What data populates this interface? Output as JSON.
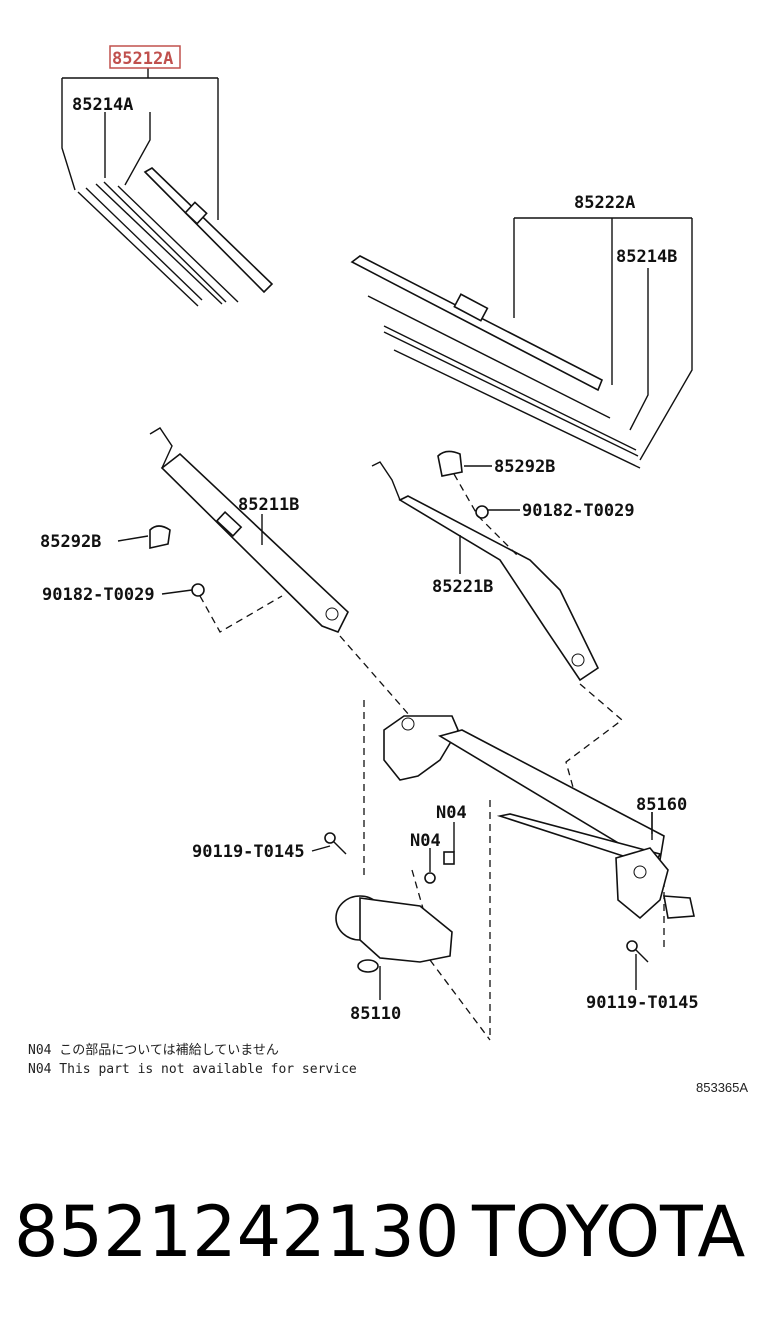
{
  "diagram": {
    "labels": {
      "p85212a": "85212A",
      "p85214a": "85214A",
      "p85222a": "85222A",
      "p85214b": "85214B",
      "p85292b_right": "85292B",
      "p90182_right": "90182-T0029",
      "p85211b": "85211B",
      "p85292b_left": "85292B",
      "p90182_left": "90182-T0029",
      "p85221b": "85221B",
      "p85160": "85160",
      "n04_top": "N04",
      "n04_mid": "N04",
      "p90119_left": "90119-T0145",
      "p90119_right": "90119-T0145",
      "p85110": "85110"
    },
    "notes": [
      "N04 この部品については補給していません",
      "N04 This part is not available for service"
    ],
    "figure_code": "853365A"
  },
  "footer": {
    "part_number": "8521242130",
    "brand": "TOYOTA"
  },
  "colors": {
    "highlight": "#c0504d",
    "line": "#111111"
  }
}
